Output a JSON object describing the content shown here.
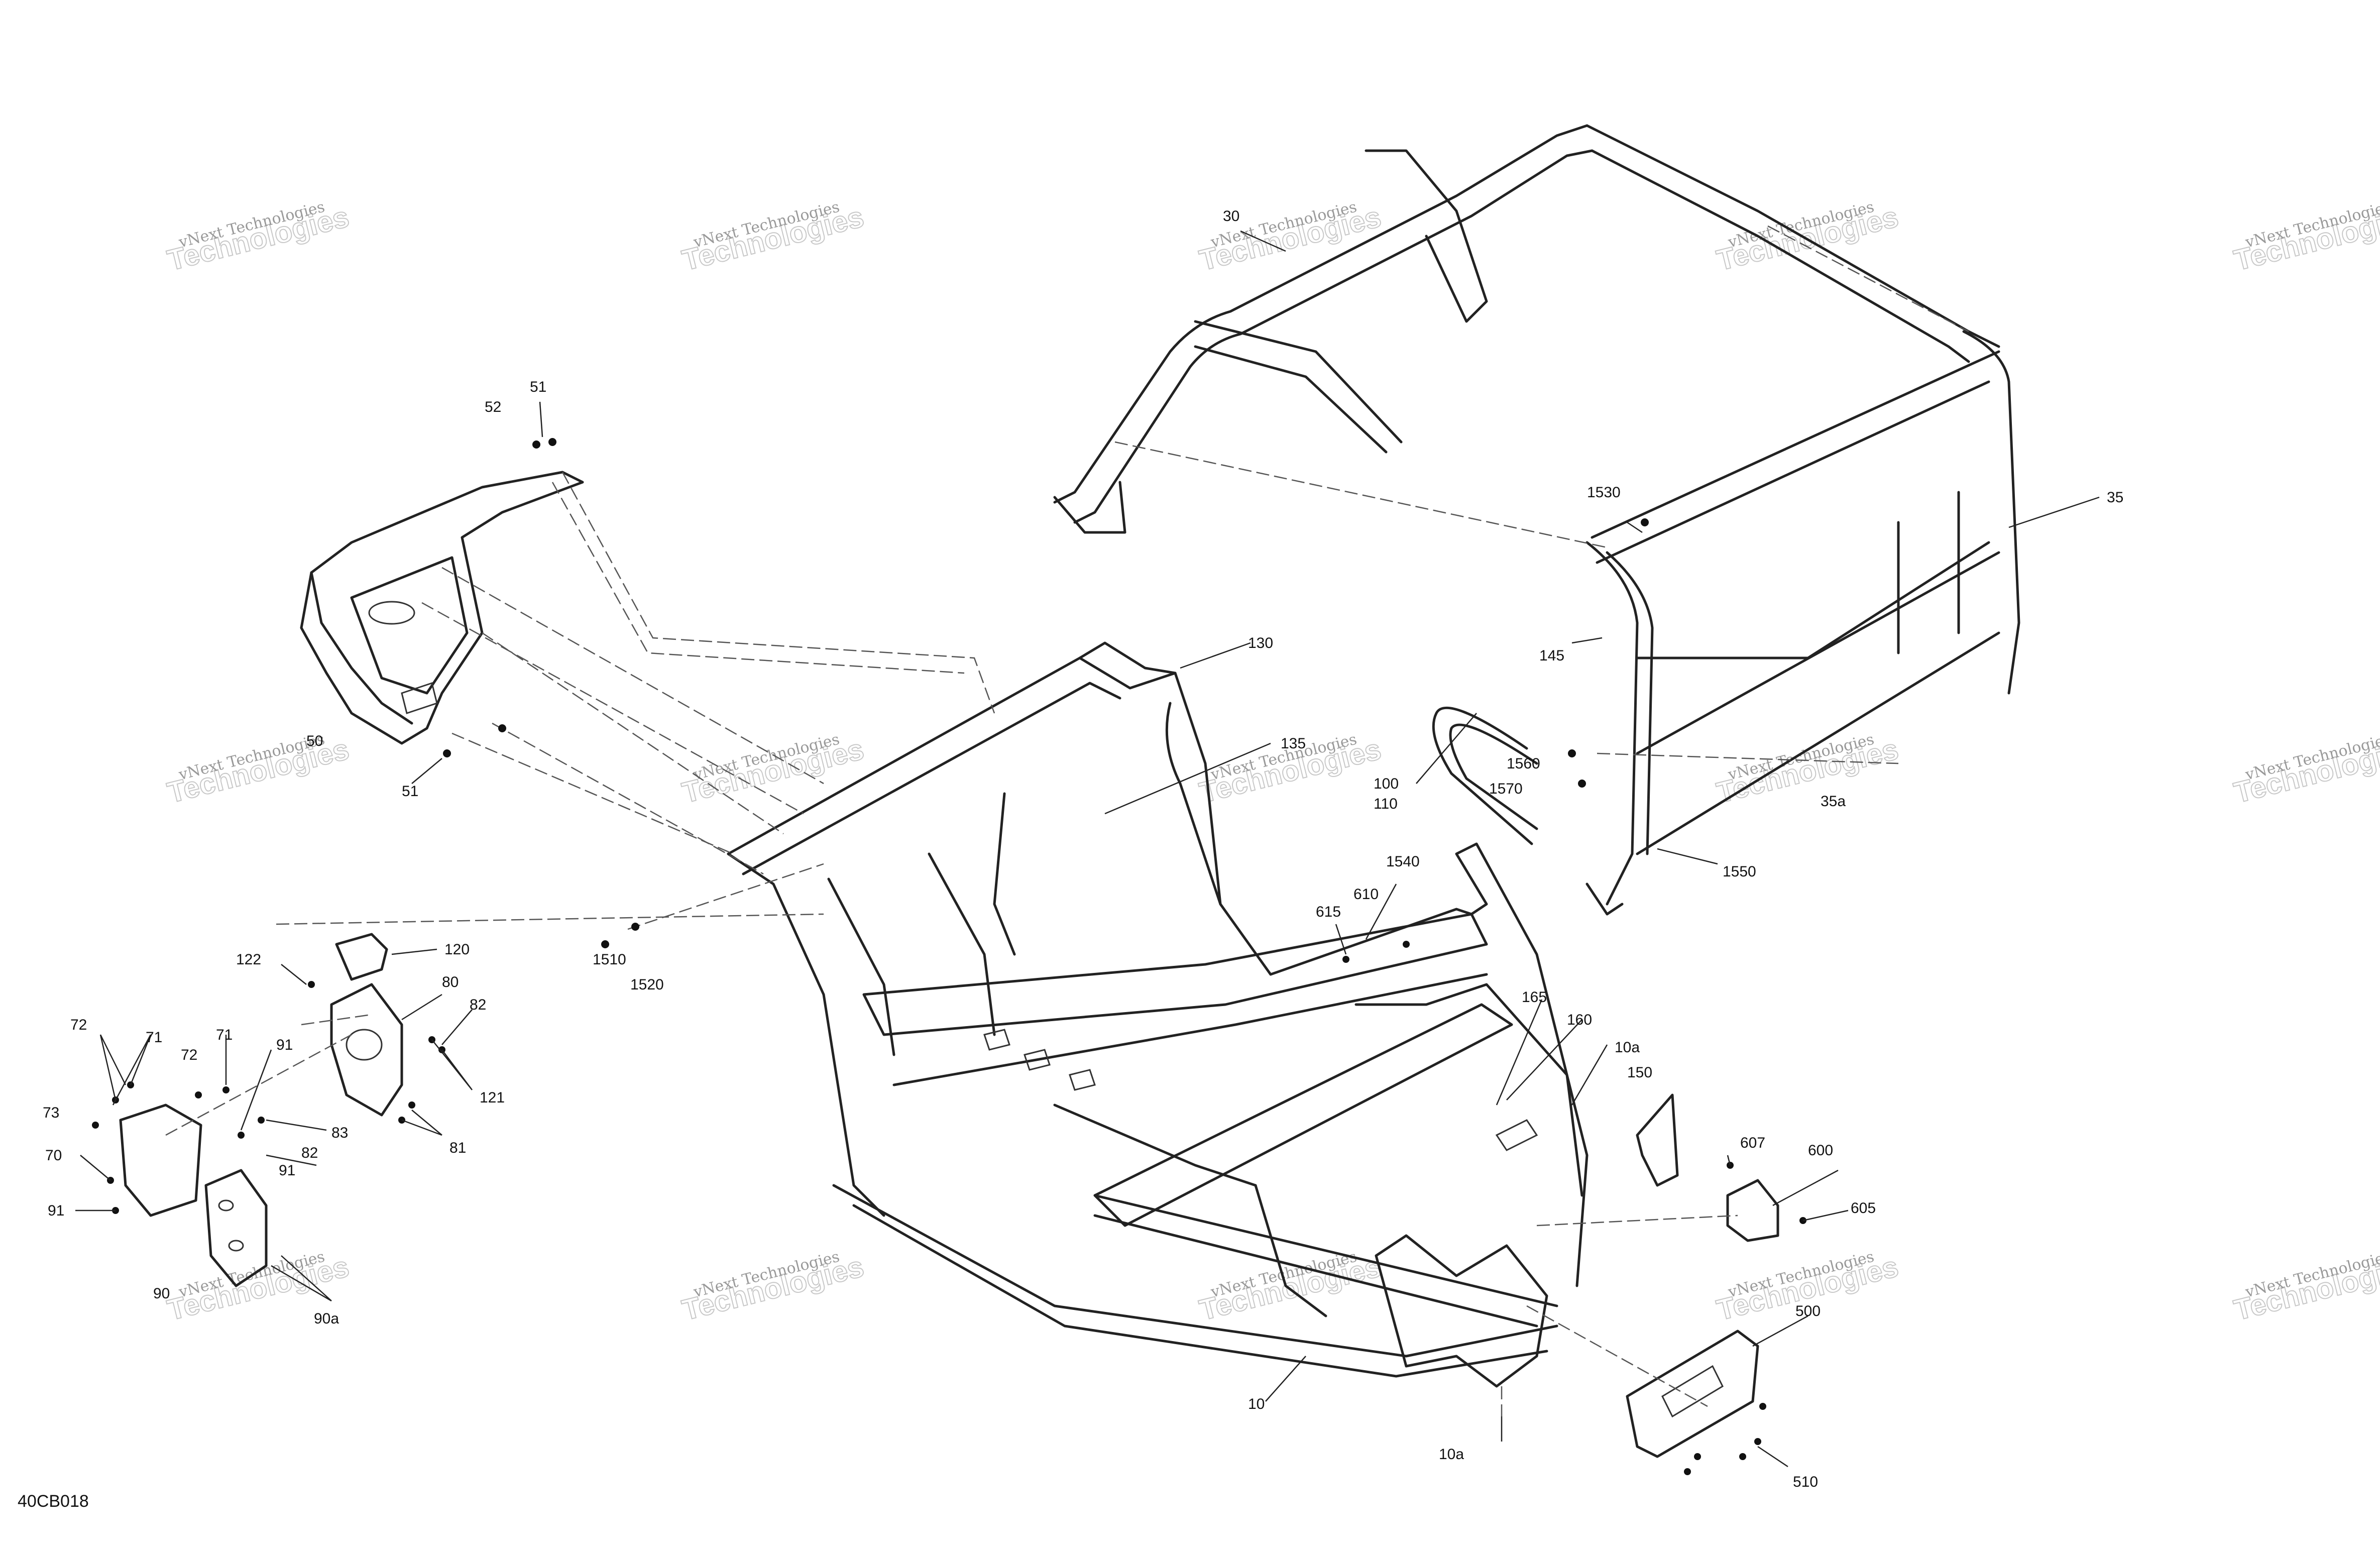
{
  "drawing": {
    "code": "40CB018",
    "watermark_line1": "vNext Technologies",
    "watermark_line2": "Technologies"
  },
  "callouts": [
    {
      "id": "c30",
      "text": "30"
    },
    {
      "id": "c35",
      "text": "35"
    },
    {
      "id": "c35a",
      "text": "35a"
    },
    {
      "id": "c1530",
      "text": "1530"
    },
    {
      "id": "c145",
      "text": "145"
    },
    {
      "id": "c1560",
      "text": "1560"
    },
    {
      "id": "c1570",
      "text": "1570"
    },
    {
      "id": "c1550",
      "text": "1550"
    },
    {
      "id": "c100",
      "text": "100"
    },
    {
      "id": "c110",
      "text": "110"
    },
    {
      "id": "c130",
      "text": "130"
    },
    {
      "id": "c135",
      "text": "135"
    },
    {
      "id": "c51a",
      "text": "51"
    },
    {
      "id": "c52",
      "text": "52"
    },
    {
      "id": "c50",
      "text": "50"
    },
    {
      "id": "c51b",
      "text": "51"
    },
    {
      "id": "c1510",
      "text": "1510"
    },
    {
      "id": "c1520",
      "text": "1520"
    },
    {
      "id": "c122",
      "text": "122"
    },
    {
      "id": "c120",
      "text": "120"
    },
    {
      "id": "c80",
      "text": "80"
    },
    {
      "id": "c82a",
      "text": "82"
    },
    {
      "id": "c121",
      "text": "121"
    },
    {
      "id": "c81",
      "text": "81"
    },
    {
      "id": "c83",
      "text": "83"
    },
    {
      "id": "c82b",
      "text": "82"
    },
    {
      "id": "c91a",
      "text": "91"
    },
    {
      "id": "c91b",
      "text": "91"
    },
    {
      "id": "c91c",
      "text": "91"
    },
    {
      "id": "c72a",
      "text": "72"
    },
    {
      "id": "c71a",
      "text": "71"
    },
    {
      "id": "c72b",
      "text": "72"
    },
    {
      "id": "c71b",
      "text": "71"
    },
    {
      "id": "c73",
      "text": "73"
    },
    {
      "id": "c70",
      "text": "70"
    },
    {
      "id": "c90",
      "text": "90"
    },
    {
      "id": "c90a",
      "text": "90a"
    },
    {
      "id": "c615",
      "text": "615"
    },
    {
      "id": "c610",
      "text": "610"
    },
    {
      "id": "c1540",
      "text": "1540"
    },
    {
      "id": "c165",
      "text": "165"
    },
    {
      "id": "c160",
      "text": "160"
    },
    {
      "id": "c10a_top",
      "text": "10a"
    },
    {
      "id": "c150",
      "text": "150"
    },
    {
      "id": "c607",
      "text": "607"
    },
    {
      "id": "c600",
      "text": "600"
    },
    {
      "id": "c605",
      "text": "605"
    },
    {
      "id": "c500",
      "text": "500"
    },
    {
      "id": "c510",
      "text": "510"
    },
    {
      "id": "c10",
      "text": "10"
    },
    {
      "id": "c10a_bot",
      "text": "10a"
    }
  ]
}
